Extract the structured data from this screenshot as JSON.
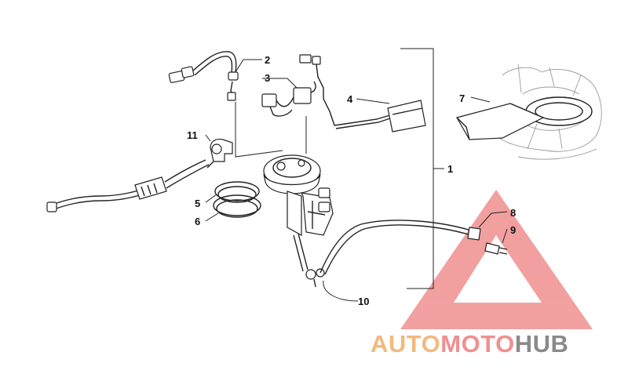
{
  "callouts": {
    "c1": "1",
    "c2": "2",
    "c3": "3",
    "c4": "4",
    "c5": "5",
    "c6": "6",
    "c7": "7",
    "c8": "8",
    "c9": "9",
    "c10": "10",
    "c11": "11"
  },
  "watermark": {
    "part_auto": "AUTO",
    "part_moto": "MOTO",
    "part_hub": "HUB",
    "color_triangle": "#f08f8f",
    "color_auto": "#f2b97e",
    "color_moto": "#f08f8f",
    "color_hub": "#8a8a8a"
  }
}
